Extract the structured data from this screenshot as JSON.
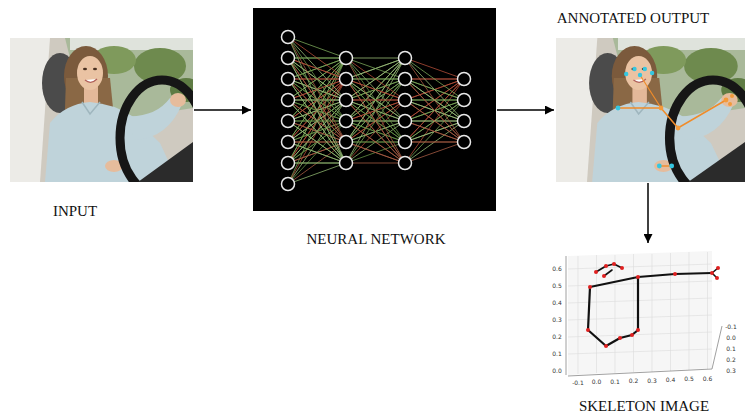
{
  "diagram": {
    "nodes": [
      {
        "text": [
          "INPUT"
        ]
      },
      {
        "text": [
          "NEURAL NETWORK"
        ]
      },
      {
        "text": [
          "ANNOTATED OUTPUT"
        ]
      },
      {
        "text": [
          "SKELETON IMAGE"
        ]
      }
    ],
    "edges": [
      {
        "from": 0,
        "to": 1,
        "arrow": "to"
      },
      {
        "from": 1,
        "to": 2,
        "arrow": "to"
      },
      {
        "from": 2,
        "to": 3,
        "arrow": "to"
      }
    ],
    "labels": [
      "0.6",
      "0.5",
      "0.4",
      "0.3",
      "0.2",
      "0.1",
      "0.0",
      "-0.1",
      "0.0",
      "0.1",
      "0.2",
      "0.3",
      "0.4",
      "0.5",
      "0.6",
      "-0.1",
      "0.0",
      "0.1",
      "0.2",
      "0.3"
    ]
  }
}
